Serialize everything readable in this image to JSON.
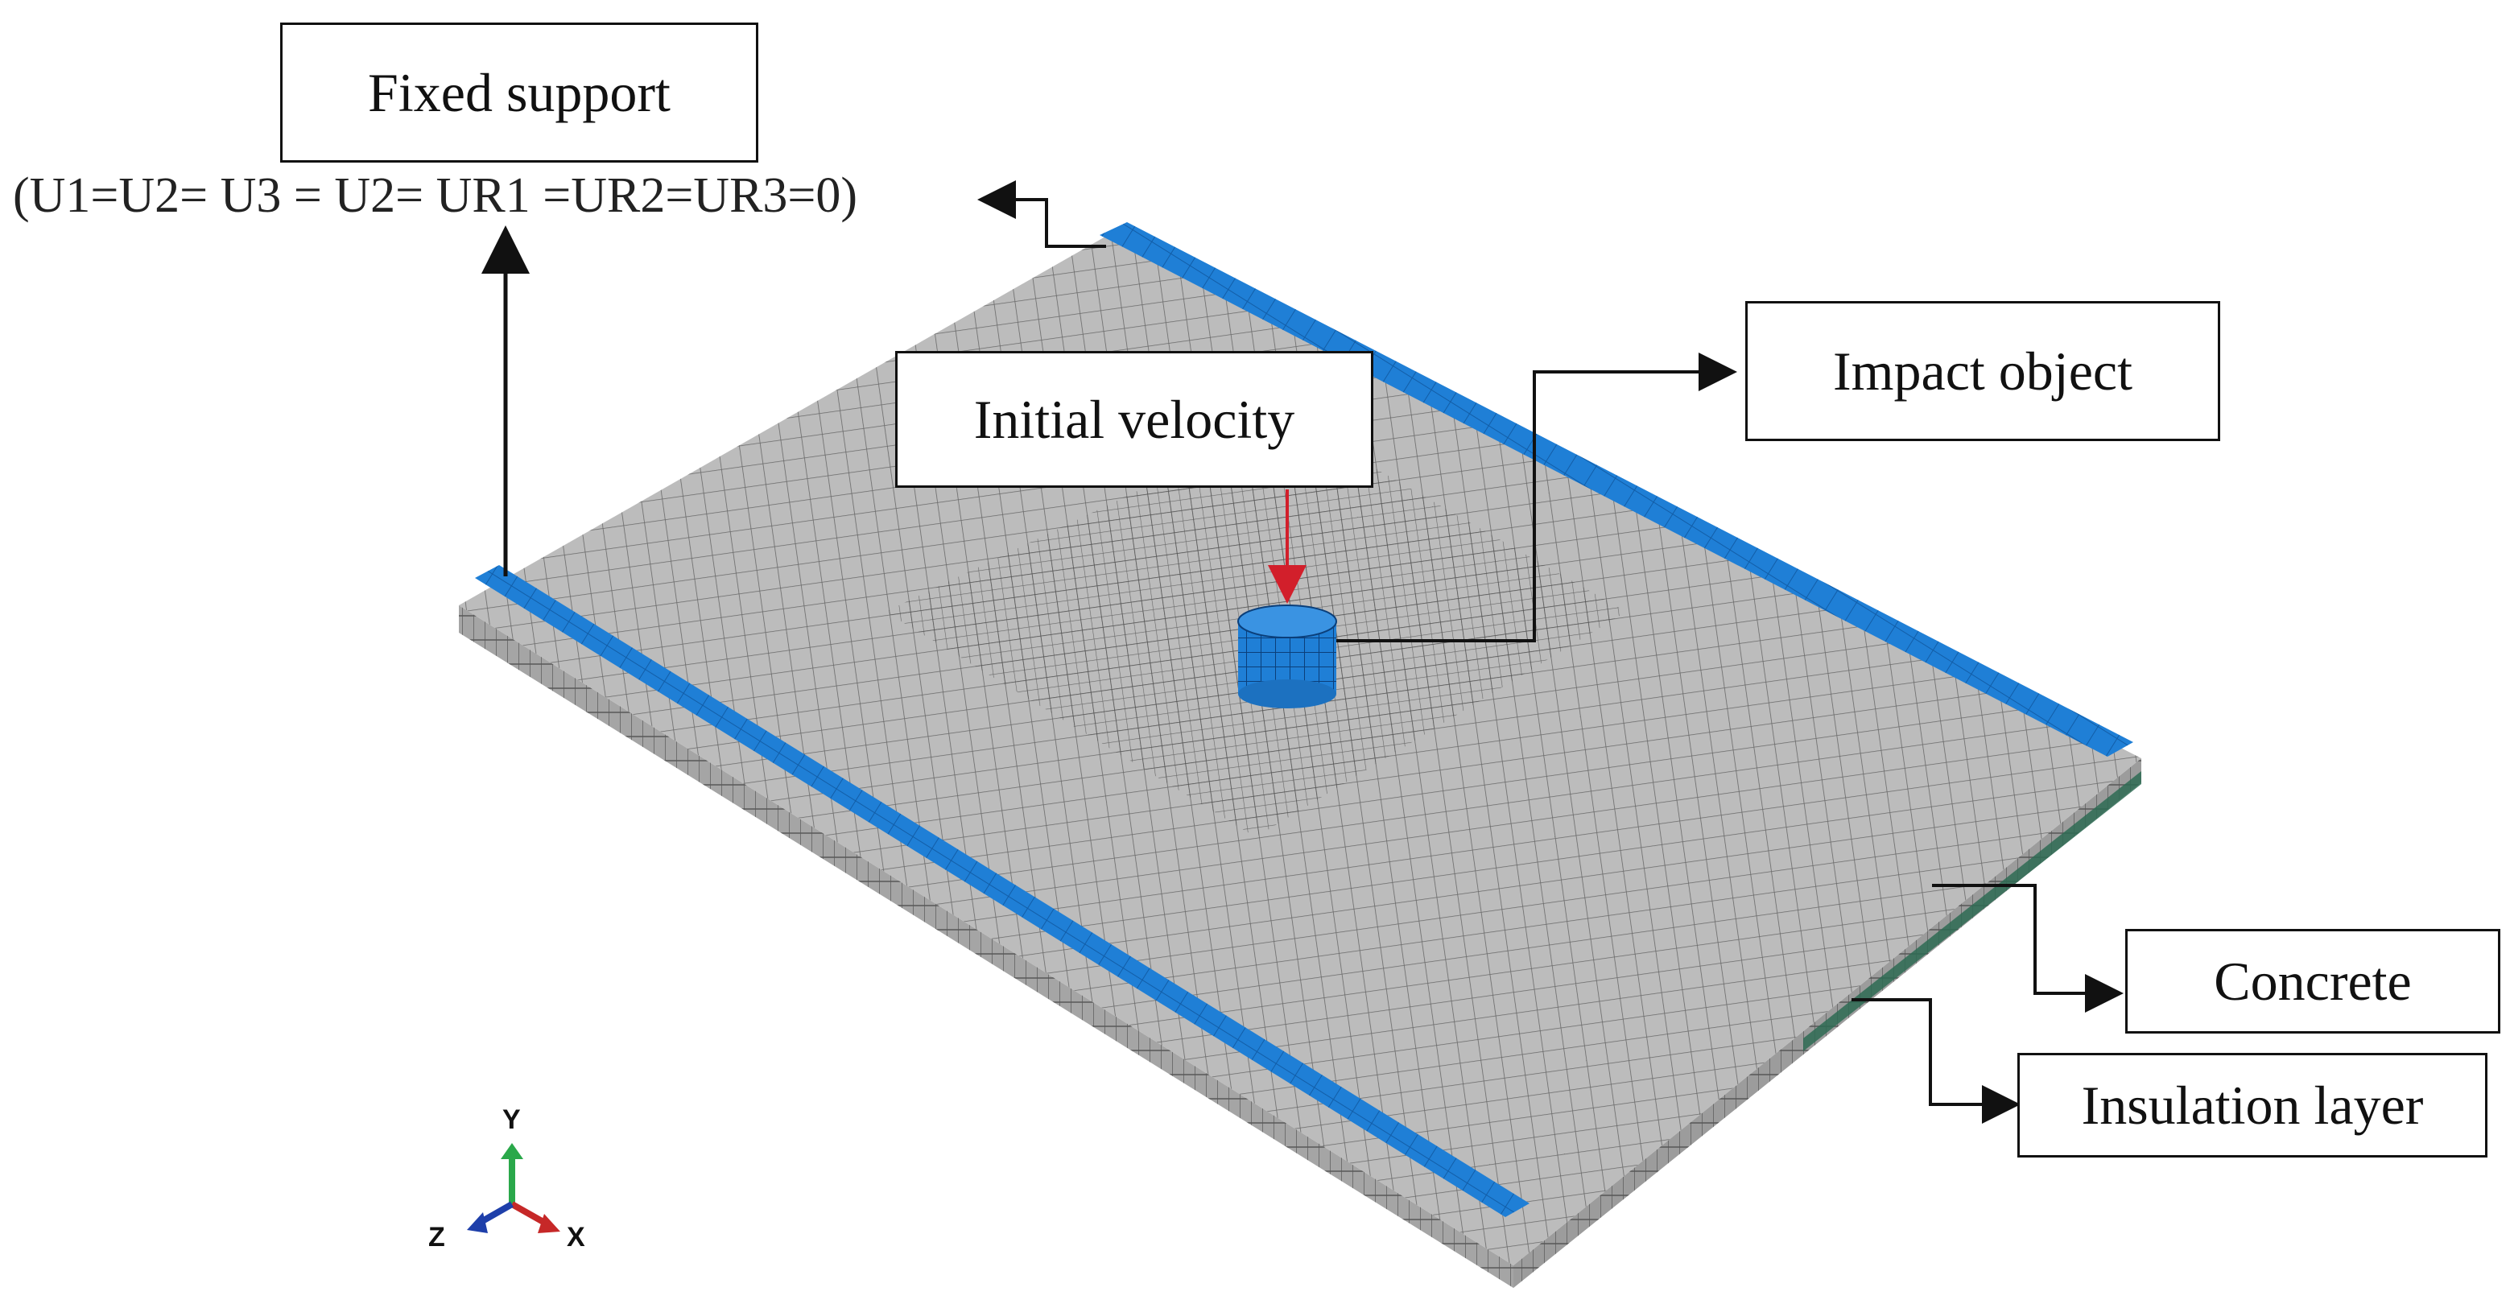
{
  "labels": {
    "fixed_support": "Fixed support",
    "boundary_condition": "(U1=U2= U3 = U2= UR1 =UR2=UR3=0)",
    "initial_velocity": "Initial velocity",
    "impact_object": "Impact object",
    "concrete": "Concrete",
    "insulation_layer": "Insulation layer"
  },
  "triad": {
    "x": "X",
    "y": "Y",
    "z": "Z"
  },
  "colors": {
    "support": "#1f7fd6",
    "slab_top": "#b7b7b7",
    "slab_edge": "#9a9a9a",
    "mesh_line": "#555555",
    "velocity_arrow": "#d21f2b",
    "insulation": "#2e6b54",
    "axis_x": "#c62828",
    "axis_y": "#2aa84a",
    "axis_z": "#1e3faa"
  }
}
